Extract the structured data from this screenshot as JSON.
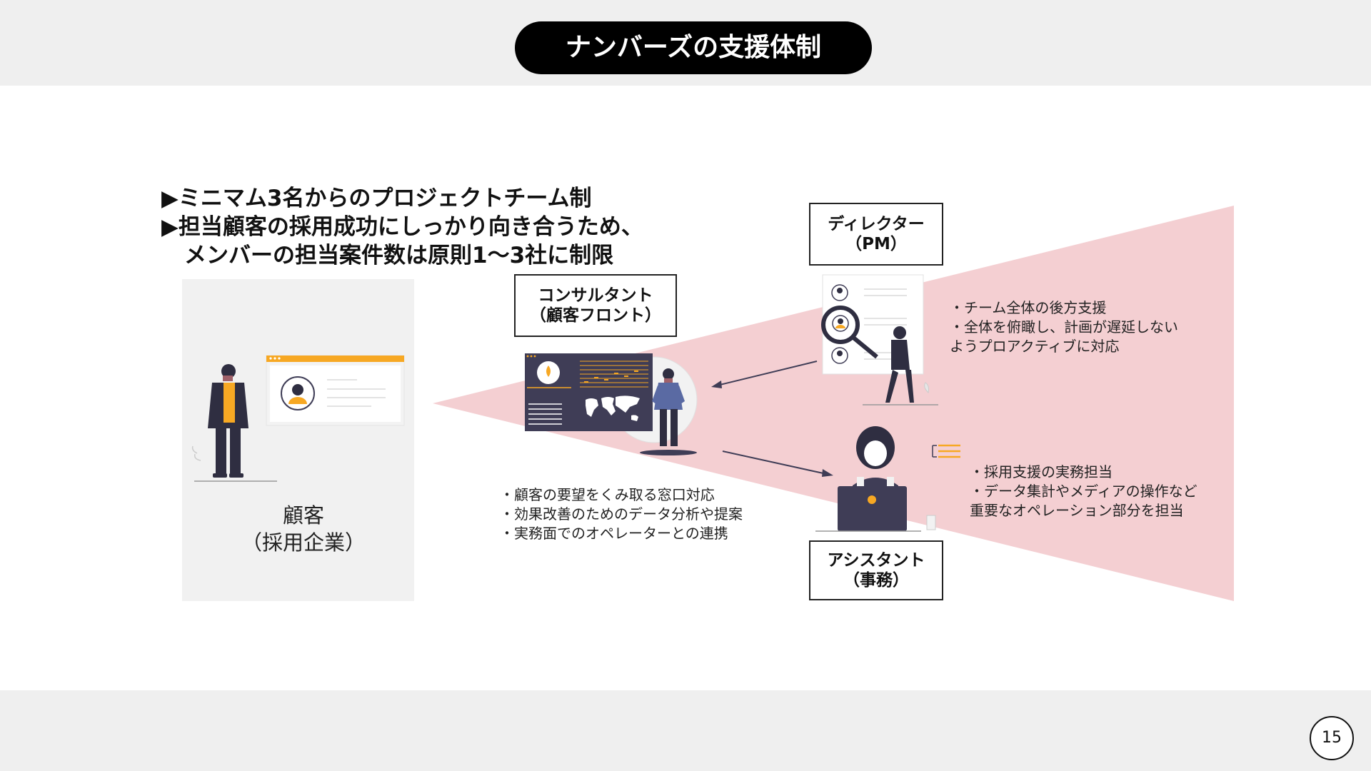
{
  "header": {
    "title": "ナンバーズの支援体制"
  },
  "lead": {
    "line1": "▶ミニマム3名からのプロジェクトチーム制",
    "line2": "▶担当顧客の採用成功にしっかり向き合うため、",
    "line3": "メンバーの担当案件数は原則1～3社に制限"
  },
  "client": {
    "label_line1": "顧客",
    "label_line2": "（採用企業）"
  },
  "consultant": {
    "title_line1": "コンサルタント",
    "title_line2": "（顧客フロント）",
    "desc": [
      "・顧客の要望をくみ取る窓口対応",
      "・効果改善のためのデータ分析や提案",
      "・実務面でのオペレーターとの連携"
    ]
  },
  "director": {
    "title_line1": "ディレクター",
    "title_line2": "（PM）",
    "desc": [
      "・チーム全体の後方支援",
      "・全体を俯瞰し、計画が遅延しない",
      "ようプロアクティブに対応"
    ]
  },
  "assistant": {
    "title_line1": "アシスタント",
    "title_line2": "（事務）",
    "desc": [
      "・採用支援の実務担当",
      "・データ集計やメディアの操作など",
      "重要なオペレーション部分を担当"
    ]
  },
  "footer": {
    "page_number": "15"
  },
  "colors": {
    "accent": "#f7a823",
    "wedge": "#f4cfd2",
    "dark_ui": "#3f3d56",
    "title_bg": "#000000"
  },
  "icons": [
    "person-illustration",
    "profile-card-icon",
    "dashboard-illustration",
    "world-map-icon",
    "magnifier-icon",
    "laptop-icon",
    "arrow-left-icon",
    "arrow-right-icon"
  ]
}
